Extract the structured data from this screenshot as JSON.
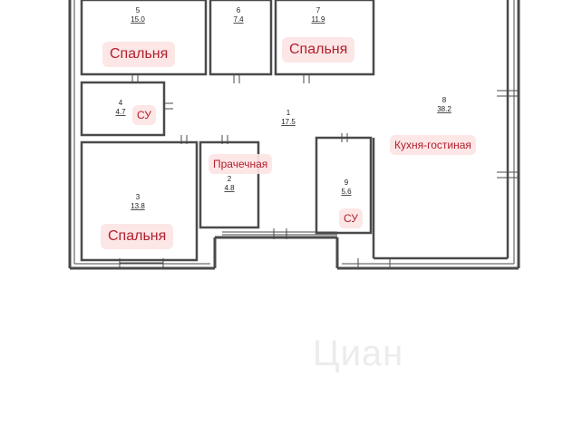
{
  "rooms": [
    {
      "id": "r5",
      "number": "5",
      "area": "15.0"
    },
    {
      "id": "r6",
      "number": "6",
      "area": "7.4"
    },
    {
      "id": "r7",
      "number": "7",
      "area": "11.9"
    },
    {
      "id": "r4",
      "number": "4",
      "area": "4.7"
    },
    {
      "id": "r1",
      "number": "1",
      "area": "17.5"
    },
    {
      "id": "r8",
      "number": "8",
      "area": "38.2"
    },
    {
      "id": "r2",
      "number": "2",
      "area": "4.8"
    },
    {
      "id": "r3",
      "number": "3",
      "area": "13.8"
    },
    {
      "id": "r9",
      "number": "9",
      "area": "5.6"
    }
  ],
  "labels": {
    "bedroom_top_left": "Спальня",
    "bedroom_top_mid": "Спальня",
    "bedroom_bottom": "Спальня",
    "bath_left": "СУ",
    "bath_right": "СУ",
    "laundry": "Прачечная",
    "kitchen_living": "Кухня-гостиная"
  },
  "watermark": "Циан",
  "colors": {
    "tag_bg": "#fce4e4",
    "tag_text": "#b21f2d",
    "wall": "#4a4a4a"
  }
}
